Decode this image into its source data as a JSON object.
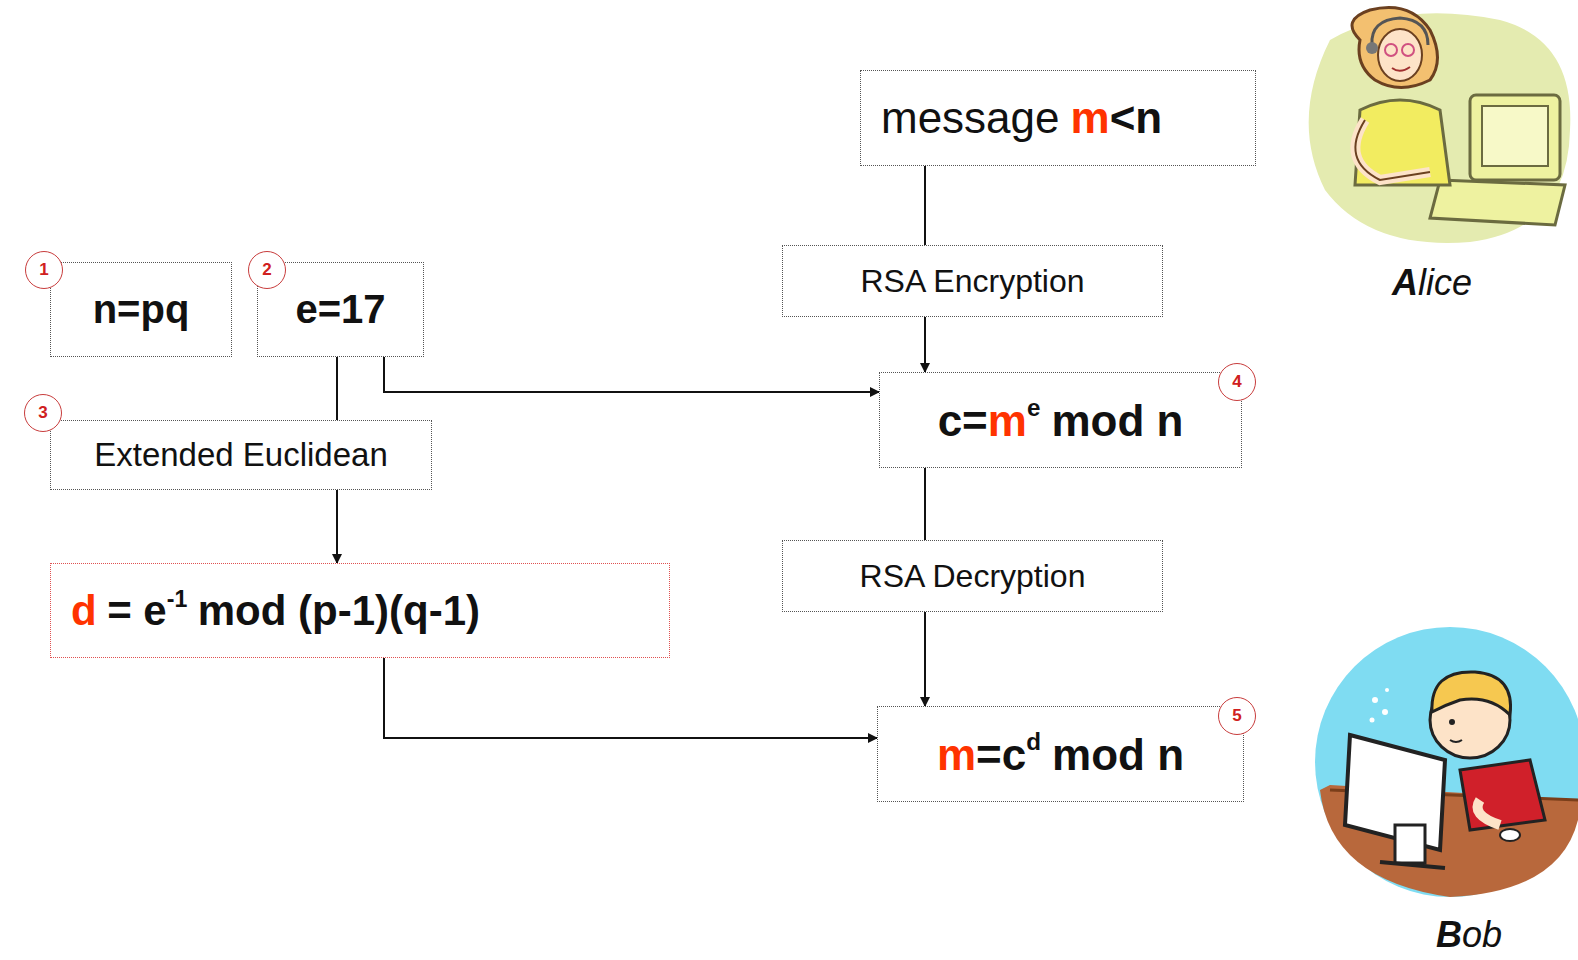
{
  "diagram": {
    "nodes": [
      {
        "text": [
          "message",
          "m",
          "<n"
        ]
      },
      {
        "text": [
          "n=pq"
        ]
      },
      {
        "text": [
          "e=17"
        ]
      },
      {
        "text": [
          "RSA Encryption"
        ]
      },
      {
        "text": [
          "c=",
          "m",
          "e",
          "mod n"
        ]
      },
      {
        "text": [
          "Extended Euclidean"
        ]
      },
      {
        "text": [
          "d",
          "= e",
          "-1",
          "mod (p-1)(q-1)"
        ]
      },
      {
        "text": [
          "RSA Decryption"
        ]
      },
      {
        "text": [
          "m",
          "=c",
          "d",
          "mod n"
        ]
      }
    ],
    "edges": [
      {
        "from": 0,
        "to": 3,
        "arrow": "none"
      },
      {
        "from": 3,
        "to": 4,
        "arrow": "to"
      },
      {
        "from": 2,
        "to": 4,
        "arrow": "to"
      },
      {
        "from": 2,
        "to": 5,
        "arrow": "none"
      },
      {
        "from": 5,
        "to": 6,
        "arrow": "to"
      },
      {
        "from": 4,
        "to": 7,
        "arrow": "none"
      },
      {
        "from": 7,
        "to": 8,
        "arrow": "to"
      },
      {
        "from": 6,
        "to": 8,
        "arrow": "to"
      }
    ],
    "labels": [
      "1",
      "2",
      "3",
      "4",
      "5",
      "Alice",
      "Bob"
    ]
  }
}
